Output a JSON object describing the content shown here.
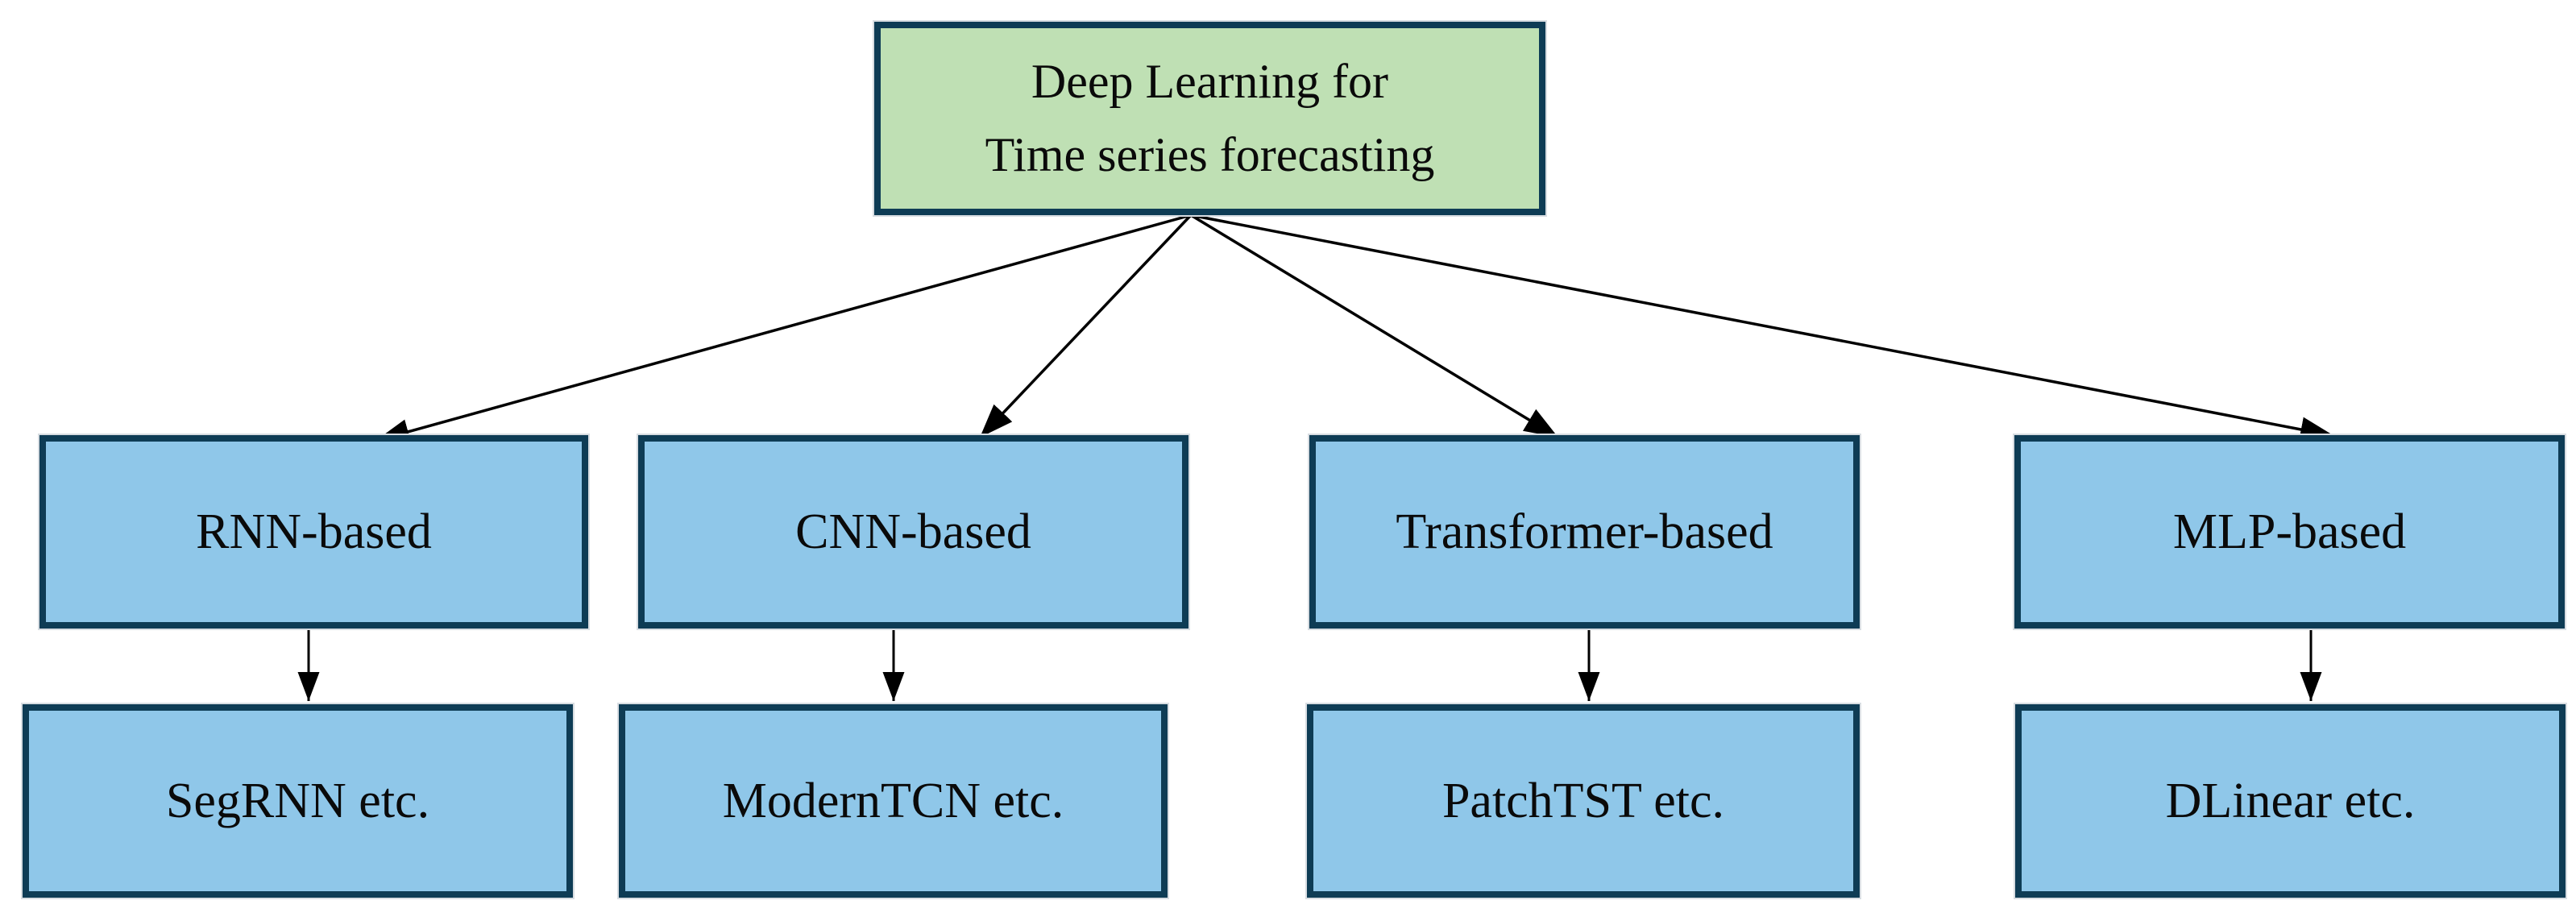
{
  "diagram": {
    "type": "tree",
    "root": {
      "label_line1": "Deep Learning for",
      "label_line2": "Time series forecasting"
    },
    "categories": [
      {
        "label": "RNN-based",
        "example": "SegRNN etc."
      },
      {
        "label": "CNN-based",
        "example": "ModernTCN etc."
      },
      {
        "label": "Transformer-based",
        "example": "PatchTST etc."
      },
      {
        "label": "MLP-based",
        "example": "DLinear etc."
      }
    ],
    "edges": [
      {
        "from": "root",
        "to": "RNN-based"
      },
      {
        "from": "root",
        "to": "CNN-based"
      },
      {
        "from": "root",
        "to": "Transformer-based"
      },
      {
        "from": "root",
        "to": "MLP-based"
      },
      {
        "from": "RNN-based",
        "to": "SegRNN etc."
      },
      {
        "from": "CNN-based",
        "to": "ModernTCN etc."
      },
      {
        "from": "Transformer-based",
        "to": "PatchTST etc."
      },
      {
        "from": "MLP-based",
        "to": "DLinear etc."
      }
    ],
    "colors": {
      "root_fill": "#bfe0b4",
      "category_fill": "#8fc7e9",
      "border": "#0e3c55",
      "arrow": "#000000",
      "text": "#0a0a0a",
      "background": "#ffffff"
    }
  }
}
